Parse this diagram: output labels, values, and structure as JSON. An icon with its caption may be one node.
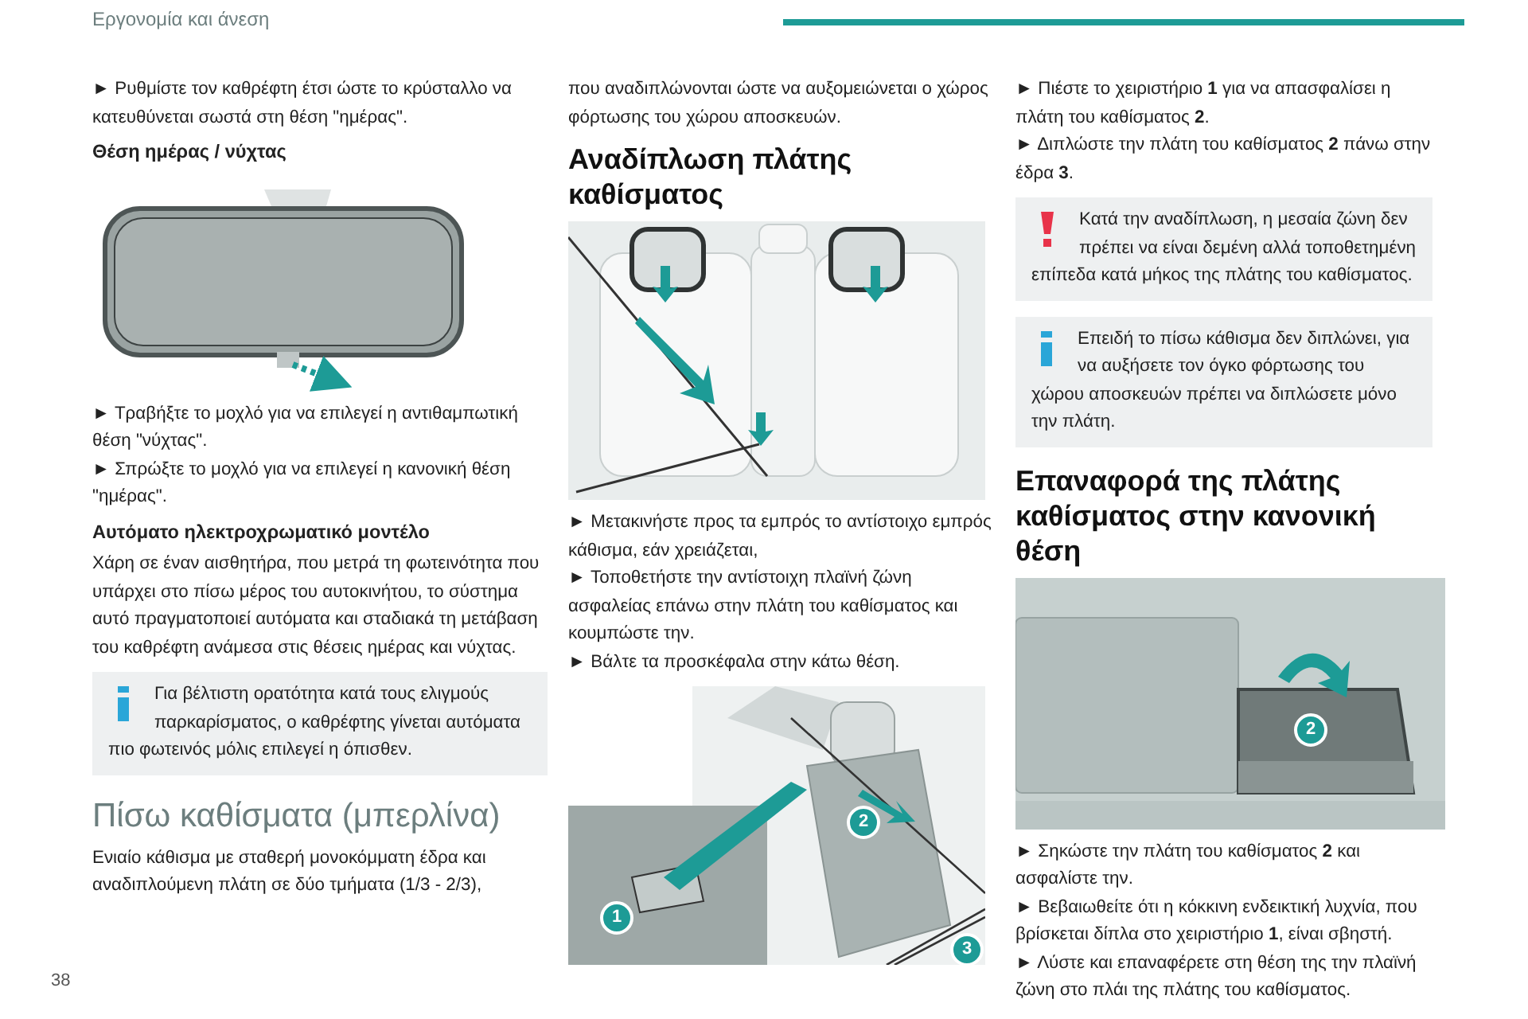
{
  "diagram": {
    "nodes": [
      {
        "text": [
          "Για βέλτιστη ορατότητα κατά τους ελιγμούς παρκαρίσματος, ο καθρέφτης γίνεται αυτόματα πιο φωτεινός μόλις επιλεγεί η όπισθεν."
        ]
      },
      {
        "text": [
          "Κατά την αναδίπλωση, η μεσαία ζώνη δεν πρέπει να είναι δεμένη αλλά τοποθετημένη επίπεδα κατά μήκος της πλάτης του καθίσματος."
        ]
      },
      {
        "text": [
          "Επειδή το πίσω κάθισμα δεν διπλώνει, για να αυξήσετε τον όγκο φόρτωσης του χώρου αποσκευών πρέπει να διπλώσετε μόνο την πλάτη."
        ]
      }
    ],
    "labels": [
      "Εργονομία και άνεση",
      "► Ρυθμίστε τον καθρέφτη έτσι ώστε το κρύσταλλο να κατευθύνεται σωστά στη θέση \"ημέρας\".",
      "Θέση ημέρας / νύχτας",
      "► Τραβήξτε το μοχλό για να επιλεγεί η αντιθαμπωτική θέση \"νύχτας\".",
      "► Σπρώξτε το μοχλό για να επιλεγεί η κανονική θέση \"ημέρας\".",
      "Αυτόματο ηλεκτροχρωματικό μοντέλο",
      "Χάρη σε έναν αισθητήρα, που μετρά τη φωτεινότητα που υπάρχει στο πίσω μέρος του αυτοκινήτου, το σύστημα αυτό πραγματοποιεί αυτόματα και σταδιακά τη μετάβαση του καθρέφτη ανάμεσα στις θέσεις ημέρας και νύχτας.",
      "Πίσω καθίσματα (μπερλίνα)",
      "Ενιαίο κάθισμα με σταθερή μονοκόμματη έδρα και αναδιπλούμενη πλάτη σε δύο τμήματα (1/3 - 2/3),",
      "38",
      "που αναδιπλώνονται ώστε να αυξομειώνεται ο χώρος φόρτωσης του χώρου αποσκευών.",
      "Αναδίπλωση πλάτης καθίσματος",
      "► Μετακινήστε προς τα εμπρός το αντίστοιχο εμπρός κάθισμα, εάν χρειάζεται,",
      "► Τοποθετήστε την αντίστοιχη πλαϊνή ζώνη ασφαλείας επάνω στην πλάτη του καθίσματος και κουμπώστε την.",
      "► Βάλτε τα προσκέφαλα στην κάτω θέση.",
      "2",
      "1",
      "3",
      "► Πιέστε το χειριστήριο **1** για να απασφαλίσει η πλάτη του καθίσματος **2**.",
      "► Διπλώστε την πλάτη του καθίσματος **2** πάνω στην έδρα **3**.",
      "Επαναφορά της πλάτης καθίσματος στην κανονική θέση",
      "2",
      "► Σηκώστε την πλάτη του καθίσματος **2** και ασφαλίστε την.",
      "► Βεβαιωθείτε ότι η κόκκινη ενδεικτική λυχνία, που βρίσκεται δίπλα στο χειριστήριο **1**, είναι σβηστή.",
      "► Λύστε και επαναφέρετε στη θέση της την πλαϊνή ζώνη στο πλάι της πλάτης του καθίσματος."
    ]
  }
}
